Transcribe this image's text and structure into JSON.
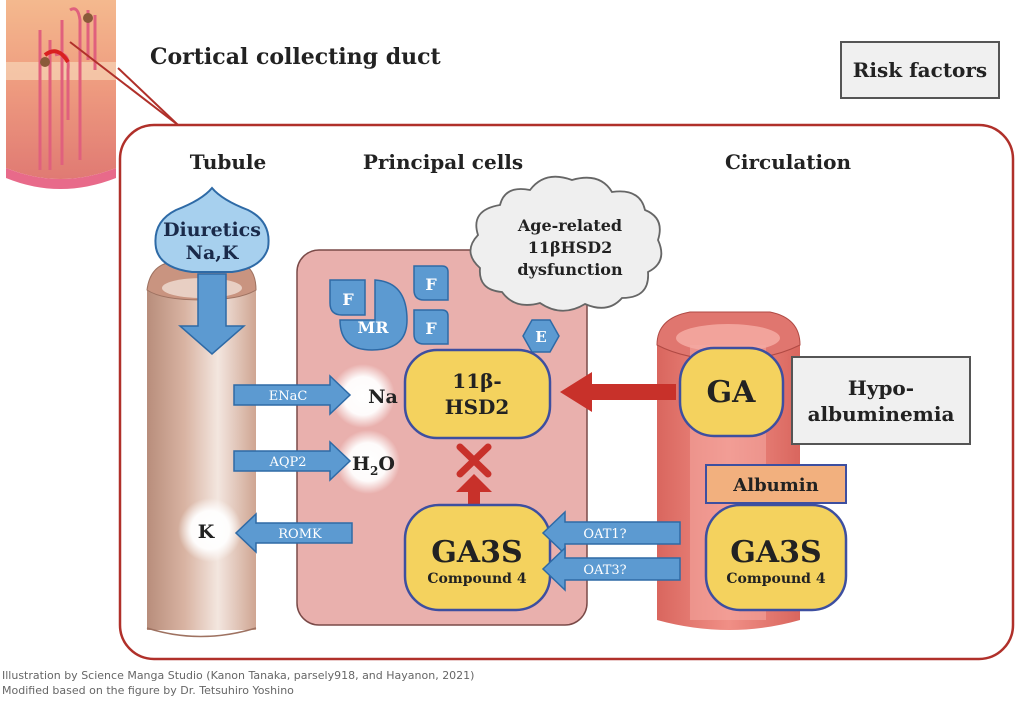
{
  "title": "Cortical collecting duct",
  "risk_factors": "Risk factors",
  "hypo": {
    "line1": "Hypo-",
    "line2": "albuminemia"
  },
  "headings": {
    "tubule": "Tubule",
    "principal": "Principal cells",
    "circulation": "Circulation"
  },
  "diuretics": {
    "line1": "Diuretics",
    "line2": "Na,K"
  },
  "cloud": {
    "line1": "Age-related",
    "line2": "11βHSD2",
    "line3": "dysfunction"
  },
  "cell_markers": {
    "f1": "F",
    "mr": "MR",
    "f2": "F",
    "f3": "F",
    "e": "E"
  },
  "enzyme": {
    "line1": "11β-",
    "line2": "HSD2"
  },
  "ga": "GA",
  "ga3s_left": {
    "name": "GA3S",
    "sub": "Compound 4"
  },
  "ga3s_right": {
    "name": "GA3S",
    "sub": "Compound 4"
  },
  "albumin": "Albumin",
  "channels": {
    "enac": "ENaC",
    "aqp2": "AQP2",
    "romk": "ROMK",
    "oat1": "OAT1?",
    "oat3": "OAT3?"
  },
  "ions": {
    "na": "Na",
    "h2o_h": "H",
    "h2o_sub": "2",
    "h2o_o": "O",
    "k": "K"
  },
  "credit": {
    "line1": "Illustration by Science Manga Studio (Kanon Tanaka, parsely918, and Hayanon, 2021)",
    "line2": "Modified based on the figure by Dr. Tetsuhiro Yoshino"
  },
  "colors": {
    "frame": "#b0302a",
    "blue_fill": "#5c9ad1",
    "blue_stroke": "#2e6aa6",
    "light_blue": "#a7d0ee",
    "cell_fill": "#e9b0ad",
    "yellow": "#f4d25e",
    "red_arrow": "#c8312a",
    "albumin": "#f2b07e"
  }
}
